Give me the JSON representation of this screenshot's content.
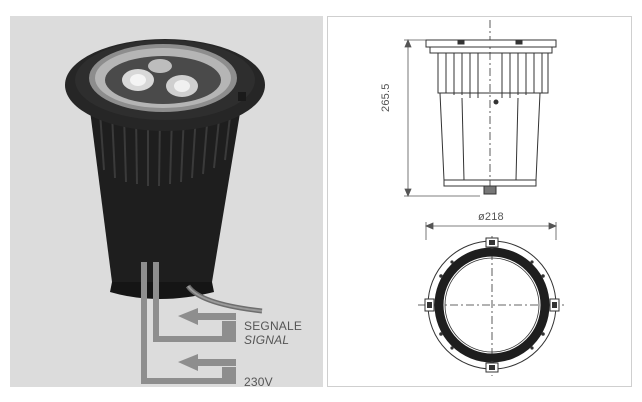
{
  "labels": {
    "segnale": "SEGNALE",
    "signal": "SIGNAL",
    "voltage": "230V"
  },
  "dimensions": {
    "height": "265.5",
    "diameter": "ø218"
  },
  "colors": {
    "left_panel_bg": "#dcdcdc",
    "arrow_gray": "#8e8e8e",
    "drawing_line": "#333333",
    "fixture_dark": "#232323"
  }
}
